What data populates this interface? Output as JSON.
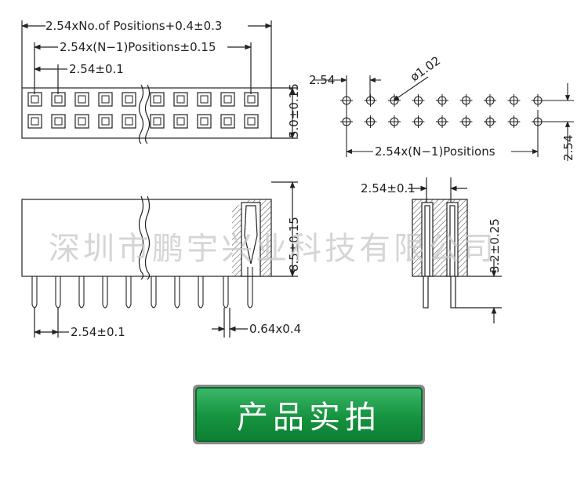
{
  "top_view": {
    "overall_label": "2.54xNo.of Positions+0.4±0.3",
    "span_label": "2.54x(N−1)Positions±0.15",
    "pitch_label": "2.54±0.1",
    "height_label": "5.0±0.15"
  },
  "pcb_layout": {
    "pitch_left_label": "2.54",
    "hole_label": "ø1.02",
    "span_label": "2.54x(N−1)Positions",
    "pitch_right_label": "2.54"
  },
  "side_view": {
    "pitch_label": "2.54±0.1",
    "pin_label": "0.64x0.4",
    "height_label": "8.5±0.15"
  },
  "end_view": {
    "pitch_label": "2.54±0.1",
    "pin_length_label": "3.2±0.25"
  },
  "watermark": "深圳市鹏宇兴业科技有限公司",
  "photo_button": {
    "label": "产品实拍"
  },
  "colors": {
    "line": "#222222",
    "button_green": "#15933f",
    "watermark": "#c8c8c8"
  }
}
